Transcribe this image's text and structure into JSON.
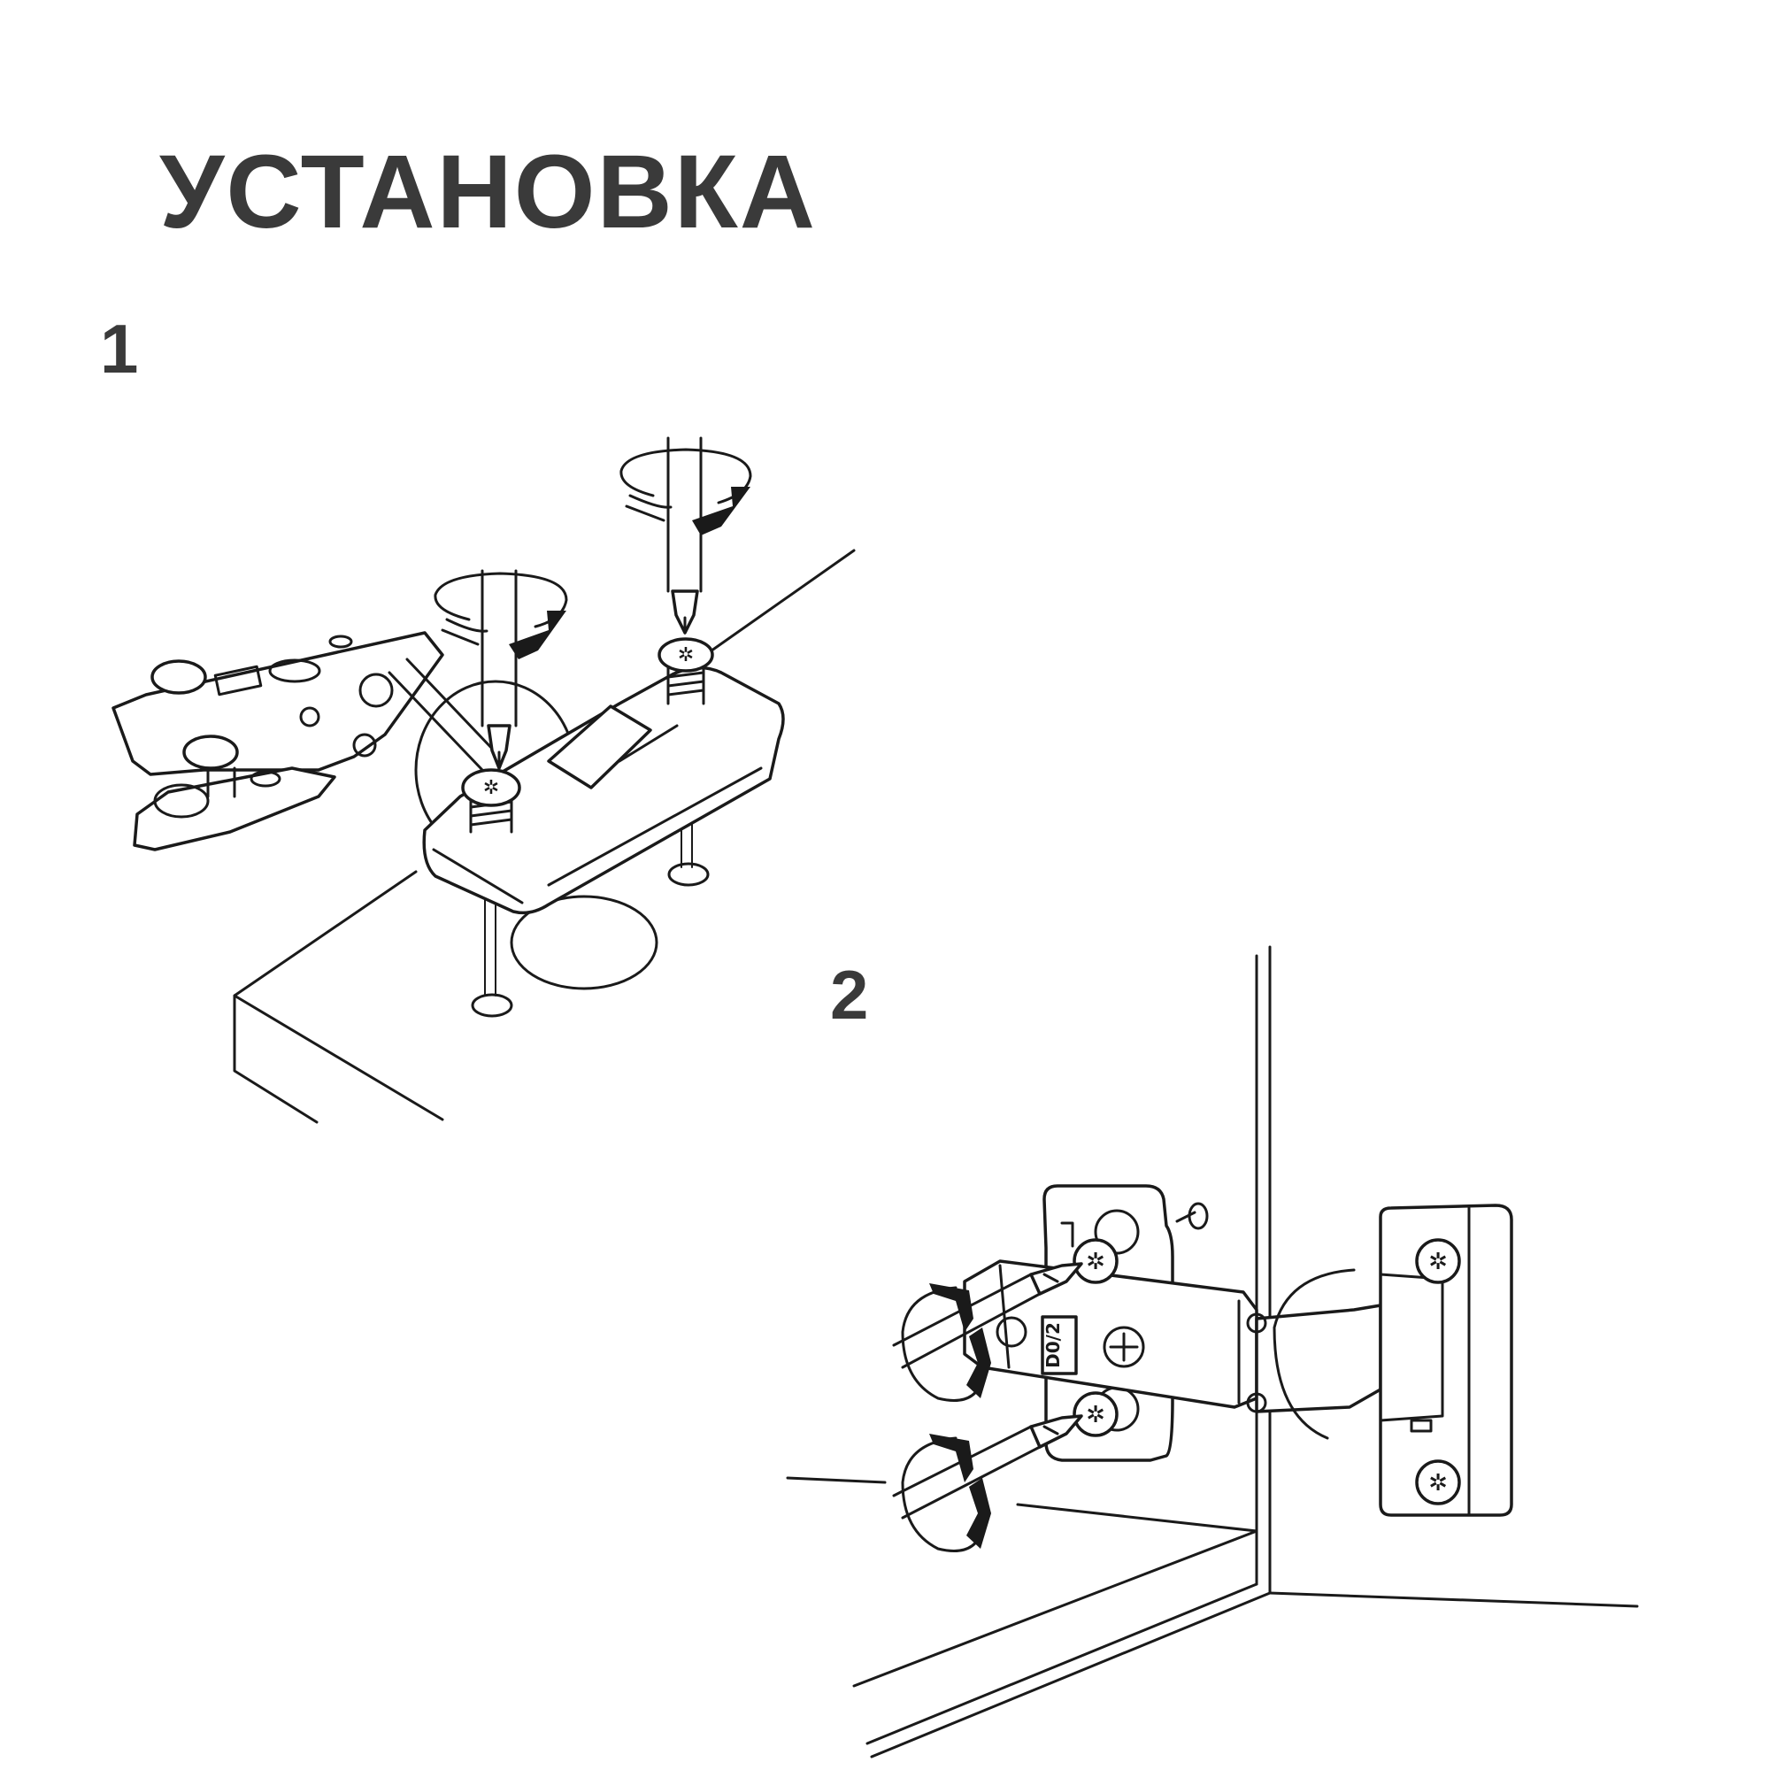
{
  "page": {
    "title": "УСТАНОВКА"
  },
  "steps": [
    {
      "number": "1"
    },
    {
      "number": "2"
    }
  ],
  "hinge_marking": "D0/2",
  "colors": {
    "text": "#3a3a3a",
    "line": "#1a1a1a",
    "background": "#ffffff"
  },
  "icons": {
    "rotate": "clockwise-rotation-arrow",
    "screwdriver": "phillips-screwdriver"
  }
}
